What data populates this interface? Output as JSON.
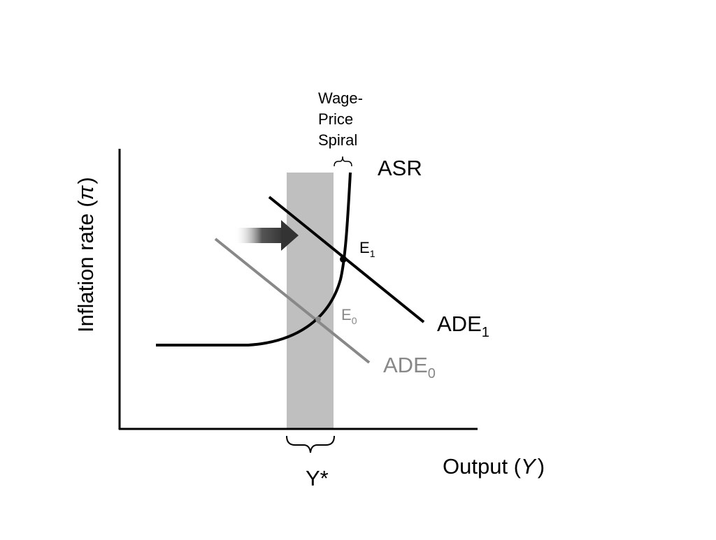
{
  "diagram": {
    "y_axis_label": "Inflation rate (",
    "y_axis_symbol": "π",
    "y_axis_label_close": ")",
    "x_axis_label": "Output (",
    "x_axis_symbol": "Y",
    "x_axis_label_close": ")",
    "potential_output_label": "Y*",
    "spiral_label_line1": "Wage-",
    "spiral_label_line2": "Price",
    "spiral_label_line3": "Spiral",
    "asr_label": "ASR",
    "ade1_label": "ADE",
    "ade1_sub": "1",
    "ade0_label": "ADE",
    "ade0_sub": "0",
    "e1_label": "E",
    "e1_sub": "1",
    "e0_label": "E",
    "e0_sub": "0"
  },
  "colors": {
    "black": "#000000",
    "gray_curve": "#888888",
    "gray_band": "#bfbfbf",
    "arrow_dark": "#333333"
  }
}
